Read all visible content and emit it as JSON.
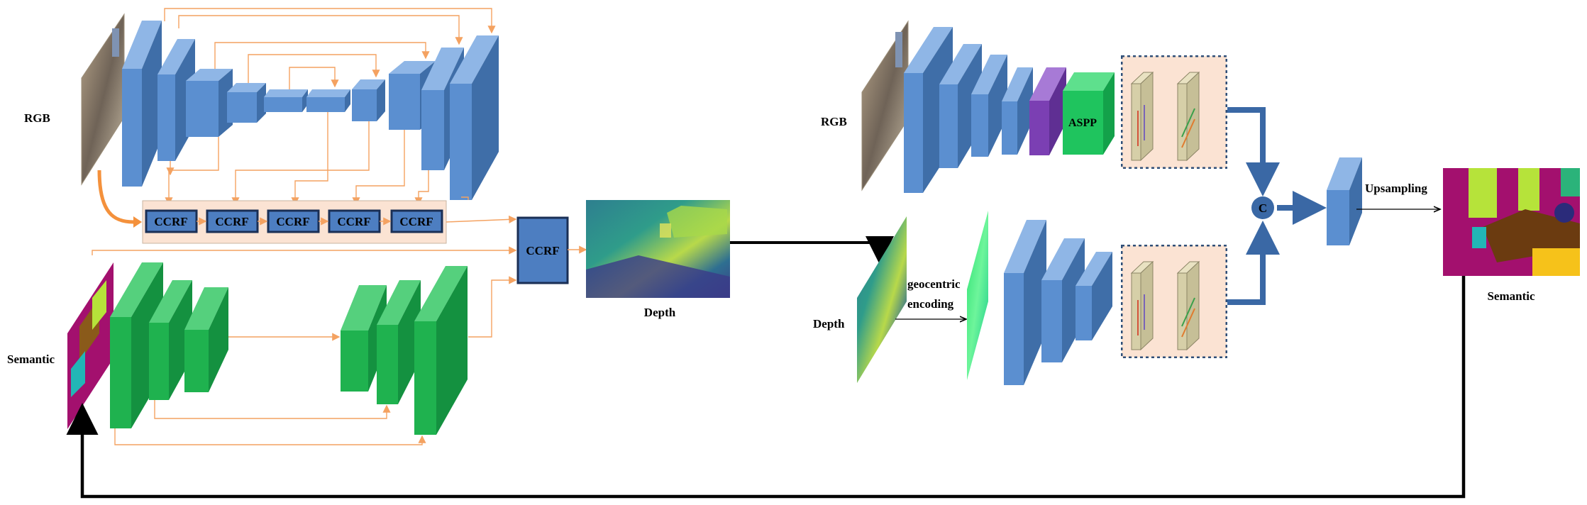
{
  "labels": {
    "rgb_left": "RGB",
    "semantic_left": "Semantic",
    "ccrf_block": "CCRF",
    "depth_center": "Depth",
    "rgb_right": "RGB",
    "aspp": "ASPP",
    "depth_right": "Depth",
    "geocentric_line1": "geocentric",
    "geocentric_line2": "encoding",
    "concat": "C",
    "upsampling": "Upsampling",
    "semantic_right": "Semantic"
  },
  "ccrf_row": [
    "CCRF",
    "CCRF",
    "CCRF",
    "CCRF",
    "CCRF"
  ],
  "colors": {
    "encoder_blue": "#5b8fd0",
    "encoder_side": "#3f6ea8",
    "encoder_top": "#8fb6e6",
    "semantic_green": "#1fb24f",
    "semantic_side": "#149140",
    "semantic_top": "#55d07d",
    "skip_orange": "#f4a261",
    "arrow_blue": "#3a68a5",
    "aspp_green": "#1fc45e",
    "purple": "#7b3fb3",
    "attention_bg": "#fbe3d3",
    "slab": "#d6cfa8"
  },
  "icons": [
    "rgb-image-icon",
    "semantic-map-icon",
    "depth-map-icon",
    "geocentric-map-icon",
    "attention-block-icon"
  ]
}
